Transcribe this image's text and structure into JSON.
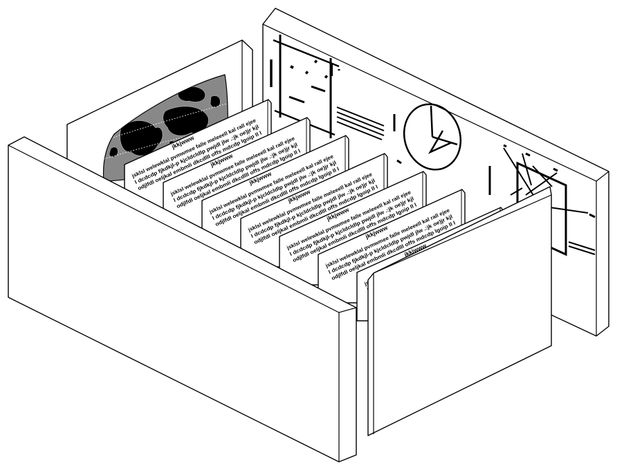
{
  "panel_text": {
    "title": "jkkjwww",
    "lines": [
      "jsklsl welewklal pvmwmee falle meleeell kal rall ejee",
      "l dcdcdp fjkdkjl-p kjcldcldlp pwjdl jlw .:jk oe)jr kjl",
      "odjlfdl oeljkal embmli dkcdlll offs mdcdp lgoip ll l"
    ]
  },
  "colors": {
    "outline": "#000000",
    "wall_fill": "#ffffff",
    "map_ocean": "#888888",
    "map_land": "#000000"
  }
}
